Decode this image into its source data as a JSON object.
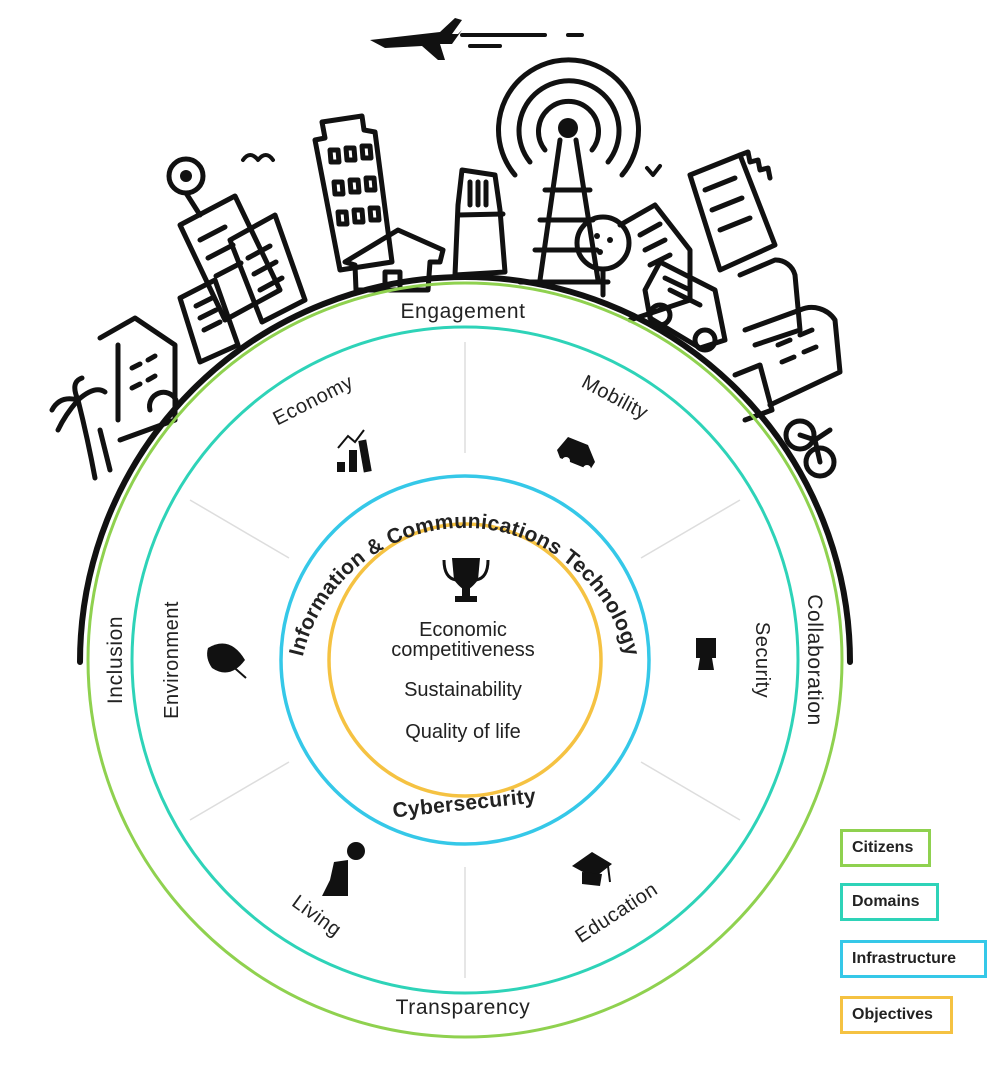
{
  "colors": {
    "citizens": "#8fd14f",
    "domains": "#2ed3b8",
    "infrastructure": "#35c8e8",
    "objectives": "#f5c242",
    "ink": "#111111",
    "divider": "#dddddd"
  },
  "citizens": {
    "top": "Engagement",
    "left": "Inclusion",
    "right": "Collaboration",
    "bottom": "Transparency"
  },
  "domains": {
    "economy": {
      "label": "Economy",
      "icon": "bar-chart-growth-icon"
    },
    "mobility": {
      "label": "Mobility",
      "icon": "car-icon"
    },
    "security": {
      "label": "Security",
      "icon": "cctv-camera-icon"
    },
    "education": {
      "label": "Education",
      "icon": "graduation-cap-icon"
    },
    "living": {
      "label": "Living",
      "icon": "person-icon"
    },
    "environment": {
      "label": "Environment",
      "icon": "leaf-icon"
    }
  },
  "infrastructure": {
    "top": "Information & Communications Technology",
    "bottom": "Cybersecurity"
  },
  "objectives": {
    "icon": "trophy-icon",
    "items": [
      "Economic",
      "competitiveness",
      "Sustainability",
      "Quality of life"
    ]
  },
  "legend": [
    "Citizens",
    "Domains",
    "Infrastructure",
    "Objectives"
  ]
}
